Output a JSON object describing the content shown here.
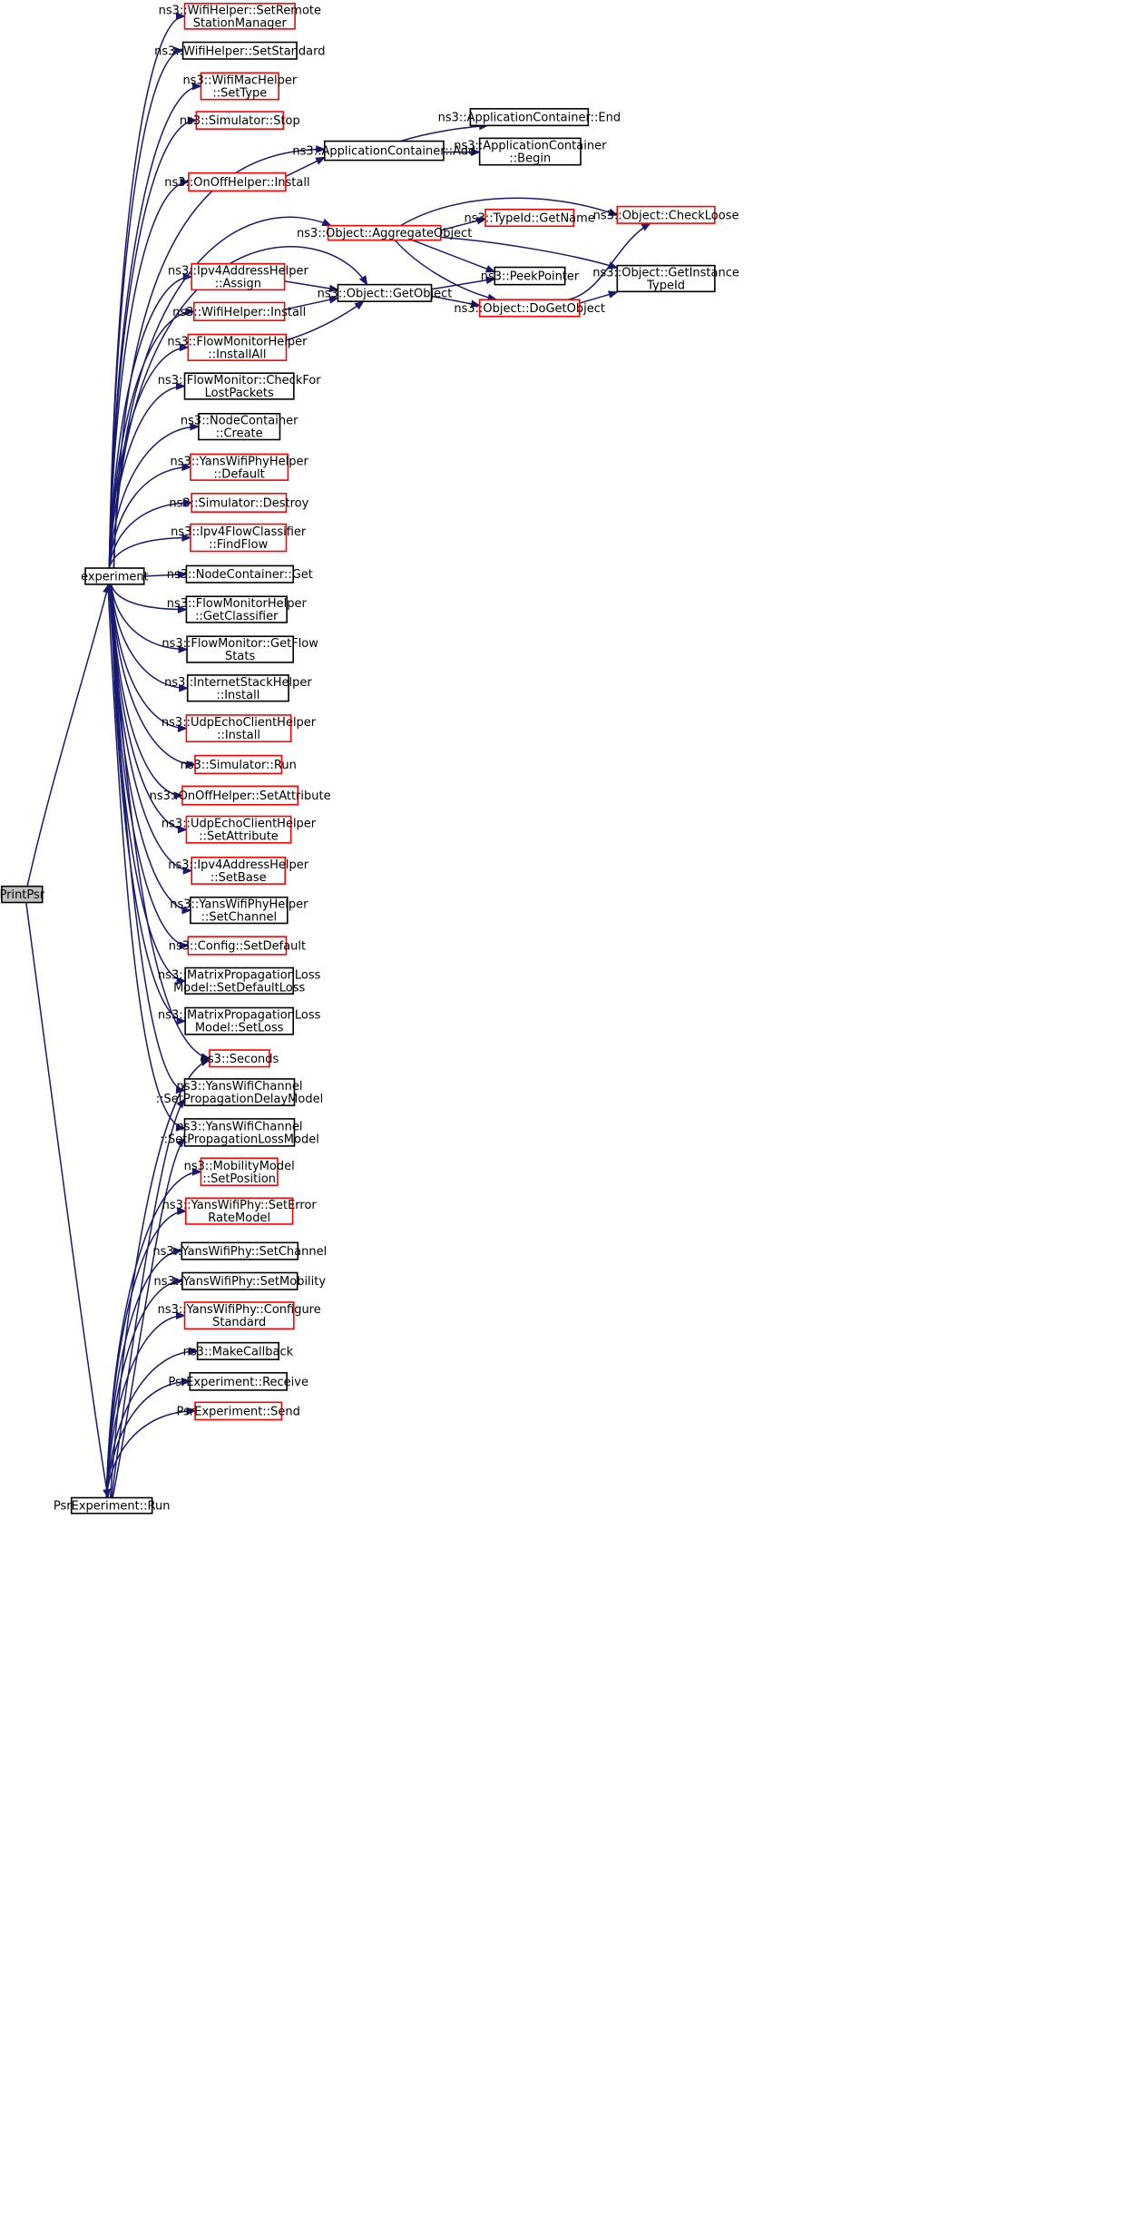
{
  "graph": {
    "nodes": [
      {
        "id": "printpsr",
        "label": [
          "PrintPsr"
        ],
        "border": "black",
        "root": true
      },
      {
        "id": "experiment",
        "label": [
          "experiment"
        ],
        "border": "black"
      },
      {
        "id": "psrrun",
        "label": [
          "PsrExperiment::Run"
        ],
        "border": "black"
      },
      {
        "id": "wifi-setremote",
        "label": [
          "ns3::WifiHelper::SetRemote",
          "StationManager"
        ],
        "border": "red"
      },
      {
        "id": "wifi-setstandard",
        "label": [
          "ns3::WifiHelper::SetStandard"
        ],
        "border": "black"
      },
      {
        "id": "wifimac-settype",
        "label": [
          "ns3::WifiMacHelper",
          "::SetType"
        ],
        "border": "red"
      },
      {
        "id": "sim-stop",
        "label": [
          "ns3::Simulator::Stop"
        ],
        "border": "red"
      },
      {
        "id": "onoff-install",
        "label": [
          "ns3::OnOffHelper::Install"
        ],
        "border": "red"
      },
      {
        "id": "ipv4addr-assign",
        "label": [
          "ns3::Ipv4AddressHelper",
          "::Assign"
        ],
        "border": "red"
      },
      {
        "id": "wifi-install",
        "label": [
          "ns3::WifiHelper::Install"
        ],
        "border": "red"
      },
      {
        "id": "flowmon-installall",
        "label": [
          "ns3::FlowMonitorHelper",
          "::InstallAll"
        ],
        "border": "red"
      },
      {
        "id": "flowmon-checklost",
        "label": [
          "ns3::FlowMonitor::CheckFor",
          "LostPackets"
        ],
        "border": "black"
      },
      {
        "id": "nodecont-create",
        "label": [
          "ns3::NodeContainer",
          "::Create"
        ],
        "border": "black"
      },
      {
        "id": "yansphy-default",
        "label": [
          "ns3::YansWifiPhyHelper",
          "::Default"
        ],
        "border": "red"
      },
      {
        "id": "sim-destroy",
        "label": [
          "ns3::Simulator::Destroy"
        ],
        "border": "red"
      },
      {
        "id": "ipv4flow-findflow",
        "label": [
          "ns3::Ipv4FlowClassifier",
          "::FindFlow"
        ],
        "border": "red"
      },
      {
        "id": "nodecont-get",
        "label": [
          "ns3::NodeContainer::Get"
        ],
        "border": "black"
      },
      {
        "id": "flowmon-getclassifier",
        "label": [
          "ns3::FlowMonitorHelper",
          "::GetClassifier"
        ],
        "border": "black"
      },
      {
        "id": "flowmon-getflowstats",
        "label": [
          "ns3::FlowMonitor::GetFlow",
          "Stats"
        ],
        "border": "black"
      },
      {
        "id": "inetstack-install",
        "label": [
          "ns3::InternetStackHelper",
          "::Install"
        ],
        "border": "black"
      },
      {
        "id": "udpecho-install",
        "label": [
          "ns3::UdpEchoClientHelper",
          "::Install"
        ],
        "border": "red"
      },
      {
        "id": "sim-run",
        "label": [
          "ns3::Simulator::Run"
        ],
        "border": "red"
      },
      {
        "id": "onoff-setattr",
        "label": [
          "ns3::OnOffHelper::SetAttribute"
        ],
        "border": "red"
      },
      {
        "id": "udpecho-setattr",
        "label": [
          "ns3::UdpEchoClientHelper",
          "::SetAttribute"
        ],
        "border": "red"
      },
      {
        "id": "ipv4addr-setbase",
        "label": [
          "ns3::Ipv4AddressHelper",
          "::SetBase"
        ],
        "border": "red"
      },
      {
        "id": "yansphyhelper-setchannel",
        "label": [
          "ns3::YansWifiPhyHelper",
          "::SetChannel"
        ],
        "border": "black"
      },
      {
        "id": "config-setdefault",
        "label": [
          "ns3::Config::SetDefault"
        ],
        "border": "red"
      },
      {
        "id": "matrix-setdefaultloss",
        "label": [
          "ns3::MatrixPropagationLoss",
          "Model::SetDefaultLoss"
        ],
        "border": "black"
      },
      {
        "id": "matrix-setloss",
        "label": [
          "ns3::MatrixPropagationLoss",
          "Model::SetLoss"
        ],
        "border": "black"
      },
      {
        "id": "seconds",
        "label": [
          "ns3::Seconds"
        ],
        "border": "red"
      },
      {
        "id": "yanschan-setdelay",
        "label": [
          "ns3::YansWifiChannel",
          "::SetPropagationDelayModel"
        ],
        "border": "black"
      },
      {
        "id": "yanschan-setloss",
        "label": [
          "ns3::YansWifiChannel",
          "::SetPropagationLossModel"
        ],
        "border": "black"
      },
      {
        "id": "mobility-setposition",
        "label": [
          "ns3::MobilityModel",
          "::SetPosition"
        ],
        "border": "red"
      },
      {
        "id": "yansphy-seterror",
        "label": [
          "ns3::YansWifiPhy::SetError",
          "RateModel"
        ],
        "border": "red"
      },
      {
        "id": "yansphy-setchannel",
        "label": [
          "ns3::YansWifiPhy::SetChannel"
        ],
        "border": "black"
      },
      {
        "id": "yansphy-setmobility",
        "label": [
          "ns3::YansWifiPhy::SetMobility"
        ],
        "border": "black"
      },
      {
        "id": "yansphy-configure",
        "label": [
          "ns3::YansWifiPhy::Configure",
          "Standard"
        ],
        "border": "red"
      },
      {
        "id": "makecallback",
        "label": [
          "ns3::MakeCallback"
        ],
        "border": "black"
      },
      {
        "id": "psr-receive",
        "label": [
          "PsrExperiment::Receive"
        ],
        "border": "black"
      },
      {
        "id": "psr-send",
        "label": [
          "PsrExperiment::Send"
        ],
        "border": "red"
      },
      {
        "id": "appcont-add",
        "label": [
          "ns3::ApplicationContainer::Add"
        ],
        "border": "black"
      },
      {
        "id": "appcont-end",
        "label": [
          "ns3::ApplicationContainer::End"
        ],
        "border": "black"
      },
      {
        "id": "appcont-begin",
        "label": [
          "ns3::ApplicationContainer",
          "::Begin"
        ],
        "border": "black"
      },
      {
        "id": "obj-aggregate",
        "label": [
          "ns3::Object::AggregateObject"
        ],
        "border": "red"
      },
      {
        "id": "obj-getobject",
        "label": [
          "ns3::Object::GetObject"
        ],
        "border": "black"
      },
      {
        "id": "typeid-getname",
        "label": [
          "ns3::TypeId::GetName"
        ],
        "border": "red"
      },
      {
        "id": "obj-checkloose",
        "label": [
          "ns3::Object::CheckLoose"
        ],
        "border": "red"
      },
      {
        "id": "peekpointer",
        "label": [
          "ns3::PeekPointer"
        ],
        "border": "black"
      },
      {
        "id": "obj-getinstancetypeid",
        "label": [
          "ns3::Object::GetInstance",
          "TypeId"
        ],
        "border": "black"
      },
      {
        "id": "obj-dogetobject",
        "label": [
          "ns3::Object::DoGetObject"
        ],
        "border": "red"
      }
    ],
    "edges": [
      {
        "from": "printpsr",
        "to": "experiment"
      },
      {
        "from": "printpsr",
        "to": "psrrun"
      },
      {
        "from": "experiment",
        "to": "wifi-setremote"
      },
      {
        "from": "experiment",
        "to": "wifi-setstandard"
      },
      {
        "from": "experiment",
        "to": "wifimac-settype"
      },
      {
        "from": "experiment",
        "to": "sim-stop"
      },
      {
        "from": "experiment",
        "to": "appcont-add"
      },
      {
        "from": "experiment",
        "to": "onoff-install"
      },
      {
        "from": "experiment",
        "to": "obj-aggregate"
      },
      {
        "from": "experiment",
        "to": "obj-getobject"
      },
      {
        "from": "experiment",
        "to": "ipv4addr-assign"
      },
      {
        "from": "experiment",
        "to": "wifi-install"
      },
      {
        "from": "experiment",
        "to": "flowmon-installall"
      },
      {
        "from": "experiment",
        "to": "flowmon-checklost"
      },
      {
        "from": "experiment",
        "to": "nodecont-create"
      },
      {
        "from": "experiment",
        "to": "yansphy-default"
      },
      {
        "from": "experiment",
        "to": "sim-destroy"
      },
      {
        "from": "experiment",
        "to": "ipv4flow-findflow"
      },
      {
        "from": "experiment",
        "to": "nodecont-get"
      },
      {
        "from": "experiment",
        "to": "flowmon-getclassifier"
      },
      {
        "from": "experiment",
        "to": "flowmon-getflowstats"
      },
      {
        "from": "experiment",
        "to": "inetstack-install"
      },
      {
        "from": "experiment",
        "to": "udpecho-install"
      },
      {
        "from": "experiment",
        "to": "sim-run"
      },
      {
        "from": "experiment",
        "to": "onoff-setattr"
      },
      {
        "from": "experiment",
        "to": "udpecho-setattr"
      },
      {
        "from": "experiment",
        "to": "ipv4addr-setbase"
      },
      {
        "from": "experiment",
        "to": "yansphyhelper-setchannel"
      },
      {
        "from": "experiment",
        "to": "config-setdefault"
      },
      {
        "from": "experiment",
        "to": "matrix-setdefaultloss"
      },
      {
        "from": "experiment",
        "to": "matrix-setloss"
      },
      {
        "from": "experiment",
        "to": "seconds"
      },
      {
        "from": "experiment",
        "to": "yanschan-setdelay"
      },
      {
        "from": "experiment",
        "to": "yanschan-setloss"
      },
      {
        "from": "psrrun",
        "to": "seconds"
      },
      {
        "from": "psrrun",
        "to": "yanschan-setdelay"
      },
      {
        "from": "psrrun",
        "to": "yanschan-setloss"
      },
      {
        "from": "psrrun",
        "to": "mobility-setposition"
      },
      {
        "from": "psrrun",
        "to": "yansphy-seterror"
      },
      {
        "from": "psrrun",
        "to": "yansphy-setchannel"
      },
      {
        "from": "psrrun",
        "to": "yansphy-setmobility"
      },
      {
        "from": "psrrun",
        "to": "yansphy-configure"
      },
      {
        "from": "psrrun",
        "to": "makecallback"
      },
      {
        "from": "psrrun",
        "to": "psr-receive"
      },
      {
        "from": "psrrun",
        "to": "psr-send"
      },
      {
        "from": "onoff-install",
        "to": "appcont-add"
      },
      {
        "from": "appcont-add",
        "to": "appcont-end"
      },
      {
        "from": "appcont-add",
        "to": "appcont-begin"
      },
      {
        "from": "ipv4addr-assign",
        "to": "obj-getobject"
      },
      {
        "from": "wifi-install",
        "to": "obj-getobject"
      },
      {
        "from": "flowmon-installall",
        "to": "obj-getobject"
      },
      {
        "from": "obj-aggregate",
        "to": "typeid-getname"
      },
      {
        "from": "obj-aggregate",
        "to": "obj-checkloose"
      },
      {
        "from": "obj-aggregate",
        "to": "peekpointer"
      },
      {
        "from": "obj-aggregate",
        "to": "obj-getinstancetypeid"
      },
      {
        "from": "obj-aggregate",
        "to": "obj-dogetobject"
      },
      {
        "from": "obj-getobject",
        "to": "peekpointer"
      },
      {
        "from": "obj-getobject",
        "to": "obj-dogetobject"
      },
      {
        "from": "obj-dogetobject",
        "to": "obj-checkloose"
      },
      {
        "from": "obj-dogetobject",
        "to": "obj-getinstancetypeid"
      }
    ]
  },
  "colors": {
    "edge": "#191970",
    "border_black": "#000000",
    "border_red": "#ff0000",
    "root_fill": "#bfbfbf",
    "node_fill": "#ffffff"
  }
}
